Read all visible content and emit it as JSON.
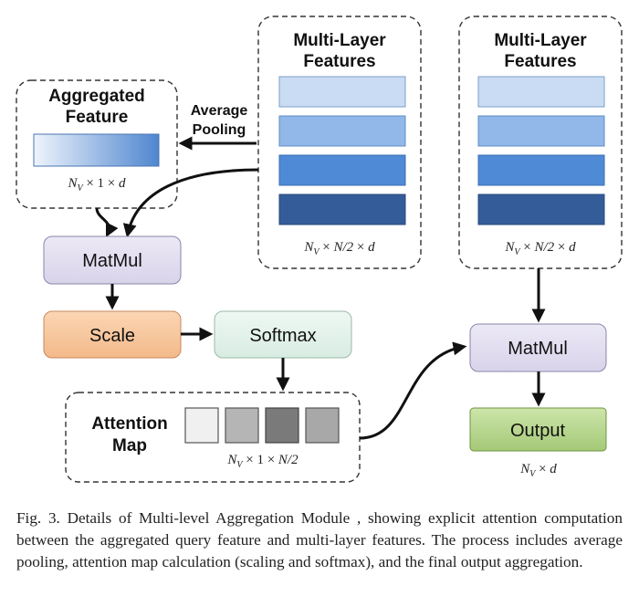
{
  "diagram": {
    "multilayer_left": {
      "title_line1": "Multi-Layer",
      "title_line2": "Features",
      "dim": "N_V × N/2 × d"
    },
    "multilayer_right": {
      "title_line1": "Multi-Layer",
      "title_line2": "Features",
      "dim": "N_V × N/2 × d"
    },
    "aggregated": {
      "title_line1": "Aggregated",
      "title_line2": "Feature",
      "dim": "N_V × 1 × d"
    },
    "pooling": {
      "line1": "Average",
      "line2": "Pooling"
    },
    "matmul_left": "MatMul",
    "scale": "Scale",
    "softmax": "Softmax",
    "attention": {
      "line1": "Attention",
      "line2": "Map",
      "dim": "N_V × 1 × N/2"
    },
    "matmul_right": "MatMul",
    "output": {
      "label": "Output",
      "dim": "N_V × d"
    }
  },
  "colors": {
    "layer1": "#c9dcf3",
    "layer2": "#91b8e8",
    "layer3": "#4f8ad6",
    "layer4": "#335c99",
    "matmul": "#e3dff0",
    "scale": "#f8c9a0",
    "softmax": "#e3f2ec",
    "output": "#b7d68f",
    "attn1": "#f0f0f0",
    "attn2": "#b5b5b5",
    "attn3": "#7a7a7a",
    "attn4": "#a8a8a8"
  },
  "caption": "Fig. 3.   Details of Multi-level Aggregation Module , showing explicit attention computation between the aggregated query feature and multi-layer features. The process includes average pooling, attention map calculation (scaling and softmax), and the final output aggregation."
}
